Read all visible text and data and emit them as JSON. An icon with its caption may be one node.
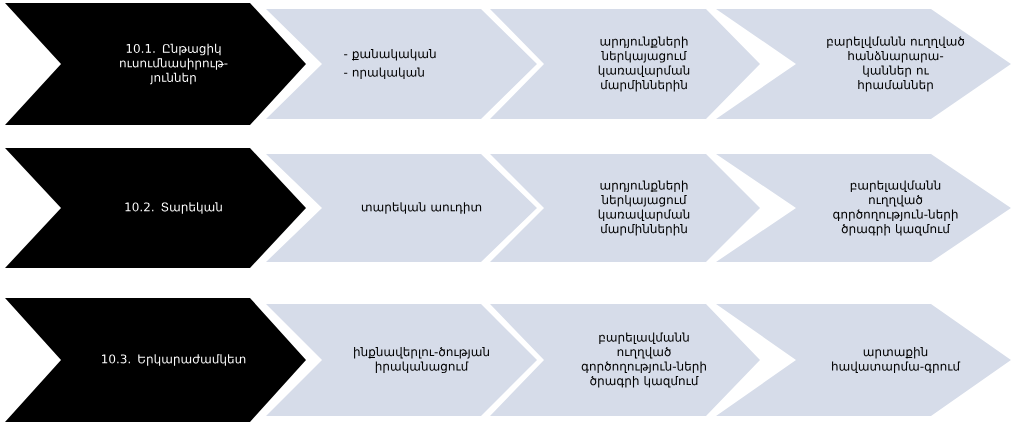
{
  "diagram": {
    "nodes": [
      {
        "text": [
          "10.1. Ընթացիկ ուսումնասիրութ-յուններ"
        ]
      },
      {
        "text": [
          "- քանակական",
          "- որակական"
        ]
      },
      {
        "text": [
          "արդյունքների ներկայացում կառավարման մարմիններին"
        ]
      },
      {
        "text": [
          "բարելվմանն ուղղված հանձնարարա-կաններ ու հրամաններ"
        ]
      },
      {
        "text": [
          "10.2. Տարեկան"
        ]
      },
      {
        "text": [
          "տարեկան աուդիտ"
        ]
      },
      {
        "text": [
          "արդյունքների ներկայացում կառավարման մարմիններին"
        ]
      },
      {
        "text": [
          "բարելավմանն ուղղված գործողություն-ների ծրագրի կազմում"
        ]
      },
      {
        "text": [
          "10.3. Երկարաժամկետ"
        ]
      },
      {
        "text": [
          "ինքնավերլու-ծության իրականացում"
        ]
      },
      {
        "text": [
          "բարելավմանն ուղղված գործողություն-ների ծրագրի կազմում"
        ]
      },
      {
        "text": [
          "արտաքին հավատարմա-գրում"
        ]
      }
    ]
  }
}
